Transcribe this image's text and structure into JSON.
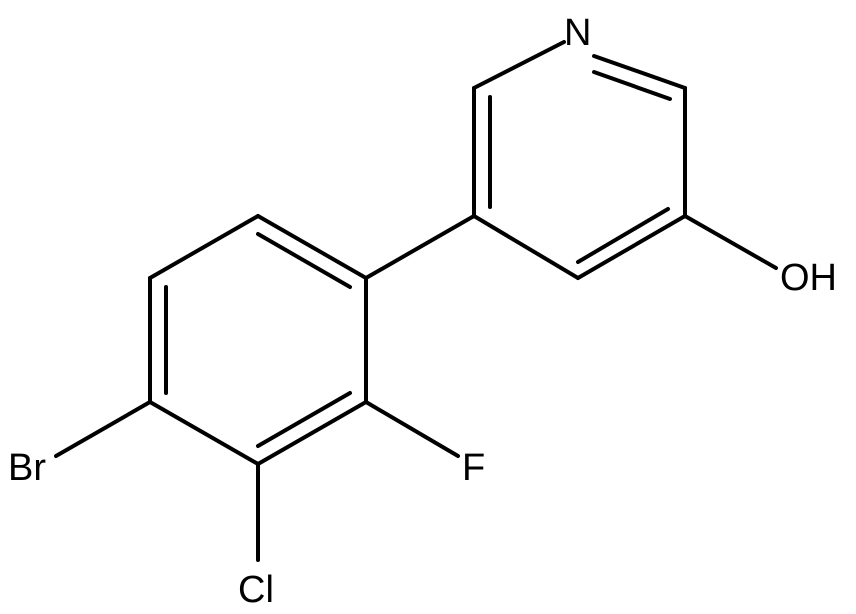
{
  "structure": {
    "atoms": {
      "N": "N",
      "OH": "OH",
      "Br": "Br",
      "Cl": "Cl",
      "F": "F"
    }
  },
  "colors": {
    "bond": "#000000",
    "text": "#000000",
    "background": "#ffffff"
  }
}
